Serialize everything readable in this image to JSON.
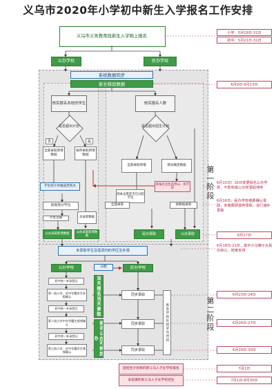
{
  "title": "义乌市2020年小学初中新生入学报名工作安排",
  "top_box": "义乌市义务教育段新生入学网上报名",
  "top_dates": [
    "小学：5月18日-31日",
    "初中：5月21日-31日"
  ],
  "public_school": "公办学校",
  "private_school": "民办学校",
  "sync_bar": "系统数据同步",
  "verify_bar": "家长核验数据",
  "verify_date": "6月9日-6月13日",
  "left": {
    "verify_box": "核实报名本校的学生",
    "decision": "是否超出计划",
    "yes": "否",
    "no": "是",
    "all_enroll": "全部录取新增数据",
    "order_enroll": "按序录取新增数据",
    "accept_public": "公办录取",
    "scale": "学生统计并推送至民办",
    "order_school": "按意愿分学位",
    "public_query": "公办录取",
    "exam": "学生注册",
    "cancel": "总录取数据",
    "bottom_left": "公办录取新增数据",
    "bottom_right": "公办录取新增数据"
  },
  "right": {
    "verify_box": "核实报名人数",
    "decision": "是否超出招生计划",
    "all_enroll": "全部录取新增",
    "lottery": "摇号确定数据",
    "reselect": "新报名注生选择公、民学校",
    "lottery_decision": "相关志愿是否已分配学位",
    "full_enroll": "全面录取",
    "order_enroll": "按数据录取",
    "private_enroll": "民办录取",
    "public_enroll": "公办录取"
  },
  "notes": {
    "n1": "6月15日〉16日变更报名公办学校，不影响其公办校录取排序",
    "n2": "6月16日，民办学校缴费确认录取，未缴费即放弃录取，进行递补录取"
  },
  "date_p1_end": "6月17日",
  "phase1_label": "第一阶段",
  "mid_bar": "未录取学生及需调剂的学区生补报",
  "mid_note": "6月18日-21日，其中义乌籍子女民办转公，统筹安排",
  "p2": {
    "public": "公办学校",
    "private": "民办学校",
    "assign": "分配",
    "l1": "初中统一补录登记",
    "l2": "第一批小学、初中学籍学生补报确认",
    "l3": "初中统一补录登记",
    "l4": "第二批小学中学学籍生视频确认",
    "l5": "初中统一补录登记",
    "l6": "第三批小学、初中学籍学生视频确认",
    "center_col": "当天报名当天录取",
    "center_col2": "报名公办可转民办",
    "r1": "同步录取",
    "r2": "同步录取",
    "r3": "同步录取",
    "side": "民办学校补招学位时段"
  },
  "p2_dates": [
    "6月23日-24日",
    "6月26日-27日",
    "6月29日-30日"
  ],
  "phase2_label": "第二阶段",
  "bottom": [
    {
      "text": "超招生计划数的新义乌人子女学校报名",
      "date": "7月1日"
    },
    {
      "text": "未招满的新义乌人子女学校招生",
      "date": "7月1日-8月30日"
    }
  ],
  "colors": {
    "green": "#3f9b47",
    "blue": "#2f6fa6",
    "red": "#c62828",
    "pink": "#b8475f"
  }
}
